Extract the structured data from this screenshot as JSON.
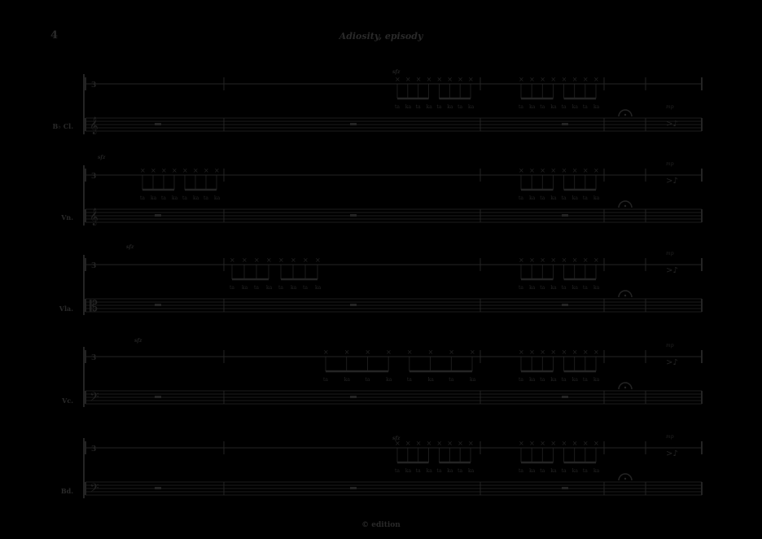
{
  "page_number": "4",
  "title": "Adiosity, episody",
  "footer": "© edition",
  "instruments": [
    {
      "label": "B♭ Cl.",
      "syllables": [
        "ta",
        "ka",
        "ta",
        "ka",
        "ta",
        "ka",
        "ta",
        "ka"
      ]
    },
    {
      "label": "Vn.",
      "syllables": [
        "ta",
        "ka",
        "ta",
        "ka",
        "ta",
        "ka",
        "ta",
        "ka"
      ]
    },
    {
      "label": "Vla.",
      "syllables": [
        "ta",
        "ka",
        "ta",
        "ka",
        "ta",
        "ka",
        "ta",
        "ka"
      ]
    },
    {
      "label": "Vc.",
      "syllables": [
        "ta",
        "ka",
        "ta",
        "ka",
        "ta",
        "ka",
        "ta",
        "ka"
      ]
    },
    {
      "label": "Bd.",
      "syllables": [
        "ta",
        "ka",
        "ta",
        "ka",
        "ta",
        "ka",
        "ta",
        "ka"
      ]
    }
  ],
  "dynamics": {
    "start": "sfz",
    "end": "mp"
  },
  "colors": {
    "background": "#000000",
    "ink": "#242424"
  }
}
